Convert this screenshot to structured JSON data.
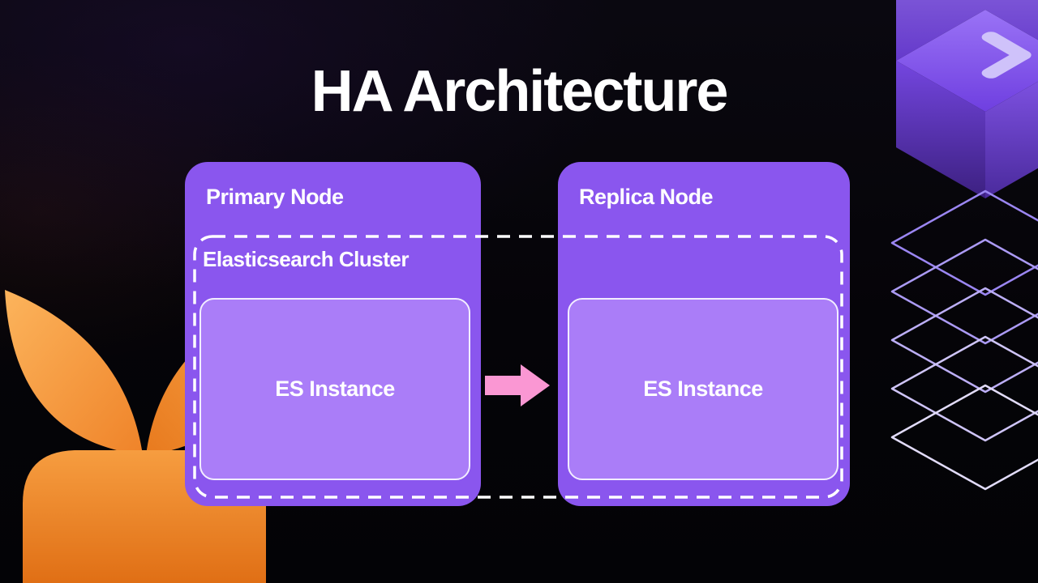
{
  "page": {
    "title": "HA Architecture"
  },
  "diagram": {
    "cluster": {
      "label": "Elasticsearch Cluster"
    },
    "nodes": [
      {
        "label": "Primary Node",
        "instance": "ES Instance"
      },
      {
        "label": "Replica Node",
        "instance": "ES Instance"
      }
    ],
    "connection": {
      "from": "Primary Node",
      "to": "Replica Node",
      "style": "arrow-right"
    }
  },
  "icons": [
    {
      "name": "layer-stack-decoration",
      "description": "isometric stacked layers, purple gradient"
    },
    {
      "name": "flower-cylinder-decoration",
      "description": "orange petals over cylinder"
    }
  ],
  "colors": {
    "background": "#060509",
    "node_fill": "#8a56ee",
    "instance_fill": "#aa7df8",
    "instance_border": "#f2edff",
    "cluster_border": "#ffffff",
    "arrow_pink": "#fa97d3",
    "title_text": "#ffffff",
    "accent_orange": "#f08c2e",
    "accent_purple": "#8a70f0"
  }
}
